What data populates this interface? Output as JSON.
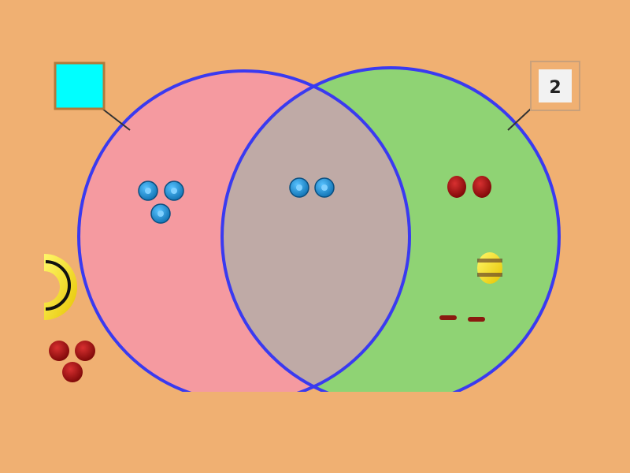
{
  "colors": {
    "background": "#f0b072",
    "set_a_fill": "#f59aa0",
    "set_b_fill": "#8fd374",
    "overlap_fill": "#bfaaa6",
    "circle_outline": "#3a3af0",
    "label_a_color": "#00ffff",
    "blue_counter": "#1f86c6",
    "red_counter": "#a30c0c"
  },
  "venn": {
    "set_a": {
      "label_swatch": "cyan-square",
      "counters": {
        "color": "blue",
        "count": 3
      }
    },
    "overlap": {
      "counters": {
        "color": "blue",
        "count": 2
      }
    },
    "set_b": {
      "label_text": "2",
      "counters": {
        "color": "red",
        "count": 2
      },
      "extra_items": [
        "yellow-striped-token",
        "dash-mark"
      ]
    }
  },
  "outside": {
    "items": [
      "yellow-crescent-token",
      "red-counter-group"
    ],
    "red_counter_group": {
      "color": "red",
      "count": 3
    }
  }
}
